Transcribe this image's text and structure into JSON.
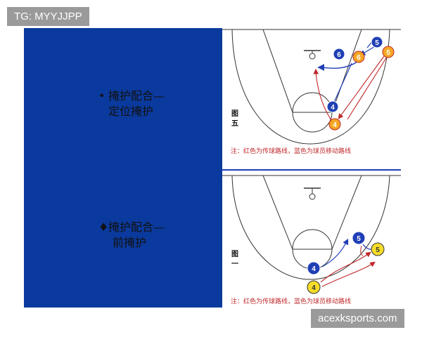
{
  "watermark_top": "TG: MYYJJPP",
  "watermark_bottom": "acexksports.com",
  "left_panel": {
    "item1_bullet": "•",
    "item1_line1": "掩护配合—",
    "item1_line2": "定位掩护",
    "item2_bullet": "♦",
    "item2_line1": "掩护配合—",
    "item2_line2": "前掩护"
  },
  "diagrams": {
    "top": {
      "label_line1": "图",
      "label_line2": "五",
      "note": "注：红色为传球路线，蓝色为球员移动路线",
      "players": [
        "5",
        "6",
        "6",
        "5",
        "4",
        "4"
      ]
    },
    "bottom": {
      "label_line1": "图",
      "label_line2": "一",
      "note": "注：红色为传球路线，蓝色为球员移动路线",
      "players": [
        "5",
        "5",
        "4",
        "4"
      ]
    }
  },
  "colors": {
    "panel_blue": "#0b3a9e",
    "blue_player": "#1f3fb5",
    "orange_player": "#f5a623",
    "yellow_player": "#f6dc2a",
    "pass_line": "#c0282a",
    "move_line": "#1f3fb5"
  }
}
